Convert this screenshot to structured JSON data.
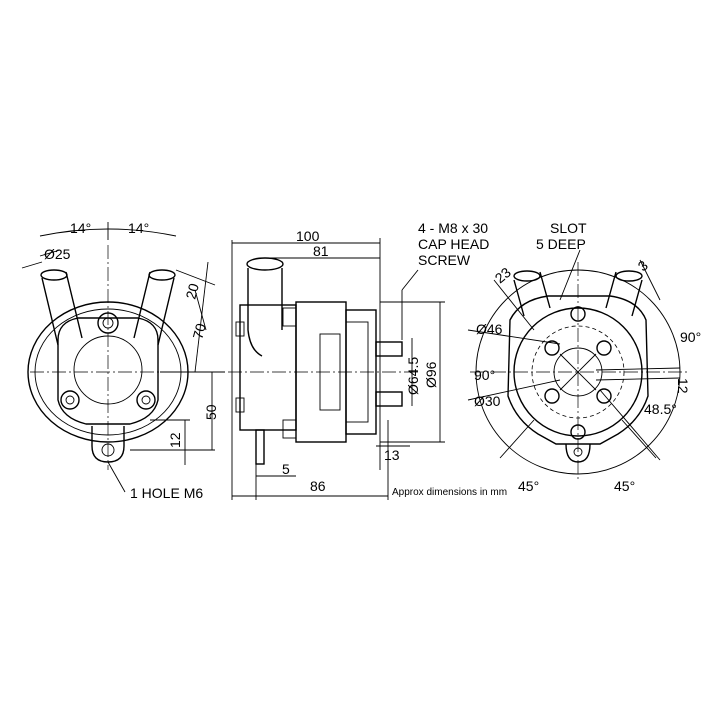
{
  "labels": {
    "angle_left_a": "14°",
    "angle_left_b": "14°",
    "dia_inlet": "Ø25",
    "dim_20": "20",
    "dim_70": "70",
    "dim_50": "50",
    "dim_12_left": "12",
    "hole_note": "1 HOLE M6",
    "dim_100": "100",
    "dim_81": "81",
    "screw_note_1": "4 - M8 x 30",
    "screw_note_2": "CAP HEAD",
    "screw_note_3": "SCREW",
    "dia_64_5": "Ø64.5",
    "dia_96": "Ø96",
    "dim_13": "13",
    "dim_5": "5",
    "dim_86": "86",
    "approx_note": "Approx dimensions in mm",
    "slot_note_1": "SLOT",
    "slot_note_2": "5 DEEP",
    "dim_23": "23",
    "dim_3": "3",
    "dia_46": "Ø46",
    "angle_90_right": "90°",
    "angle_90_left": "90°",
    "dim_12_right": "12",
    "dia_30": "Ø30",
    "angle_48_5": "48.5°",
    "angle_45_left": "45°",
    "angle_45_right": "45°"
  }
}
